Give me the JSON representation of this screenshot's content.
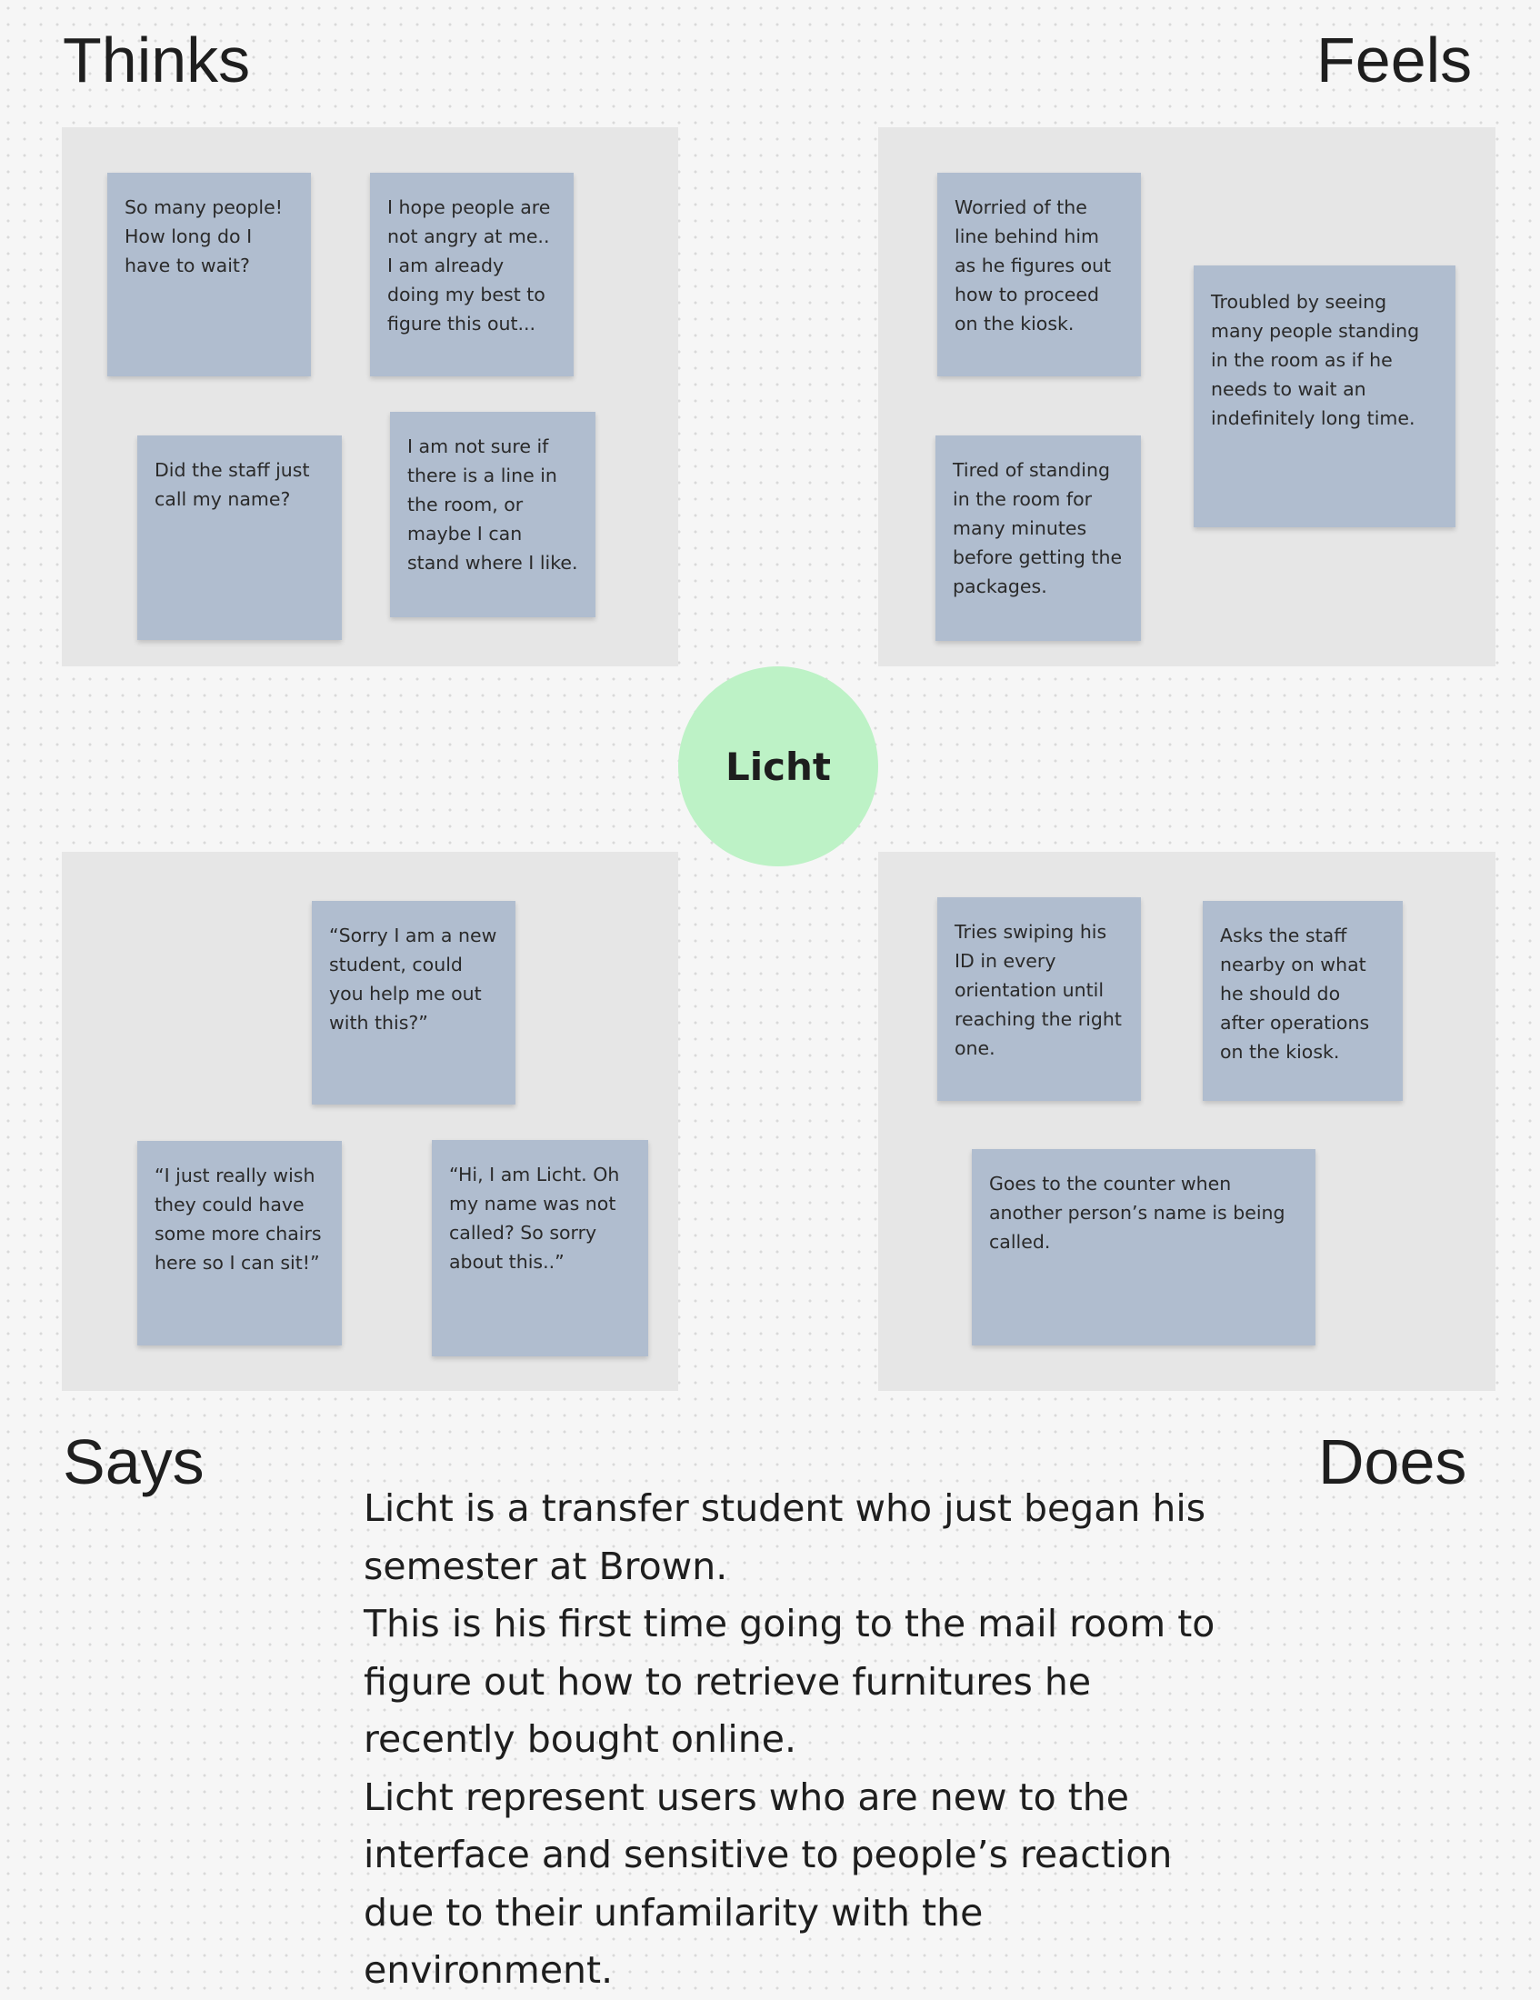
{
  "headings": {
    "thinks": "Thinks",
    "feels": "Feels",
    "says": "Says",
    "does": "Does"
  },
  "persona": {
    "name": "Licht"
  },
  "thinks": [
    "So many people! How long do I have to wait?",
    "I hope people are not angry at me.. I am already doing my best to figure this out...",
    "Did the staff just call my name?",
    "I am not sure if there is a line in the room, or maybe I can stand where I like."
  ],
  "feels": [
    "Worried of the line behind him as he figures out how to proceed on the kiosk.",
    "Troubled by seeing many people standing in the room as if he needs to wait an indefinitely long time.",
    "Tired of standing in the room for many minutes before getting the packages."
  ],
  "says": [
    "“Sorry I am a new student, could you help me out with this?”",
    "“I just really wish they could have some more chairs here so I can sit!”",
    "“Hi, I am Licht. Oh my name was not called? So sorry about this..”"
  ],
  "does": [
    "Tries swiping his ID in every orientation until reaching the right one.",
    "Asks the staff nearby on what he should do after operations on the kiosk.",
    "Goes to the counter when another person’s name is being called."
  ],
  "description": [
    "Licht is a transfer student who just began his semester at Brown.",
    "This is his first time going to the mail room to figure out how to retrieve furnitures he recently bought online.",
    "Licht represent users who are new to the interface and sensitive to people’s reaction due to their unfamilarity with the environment."
  ]
}
